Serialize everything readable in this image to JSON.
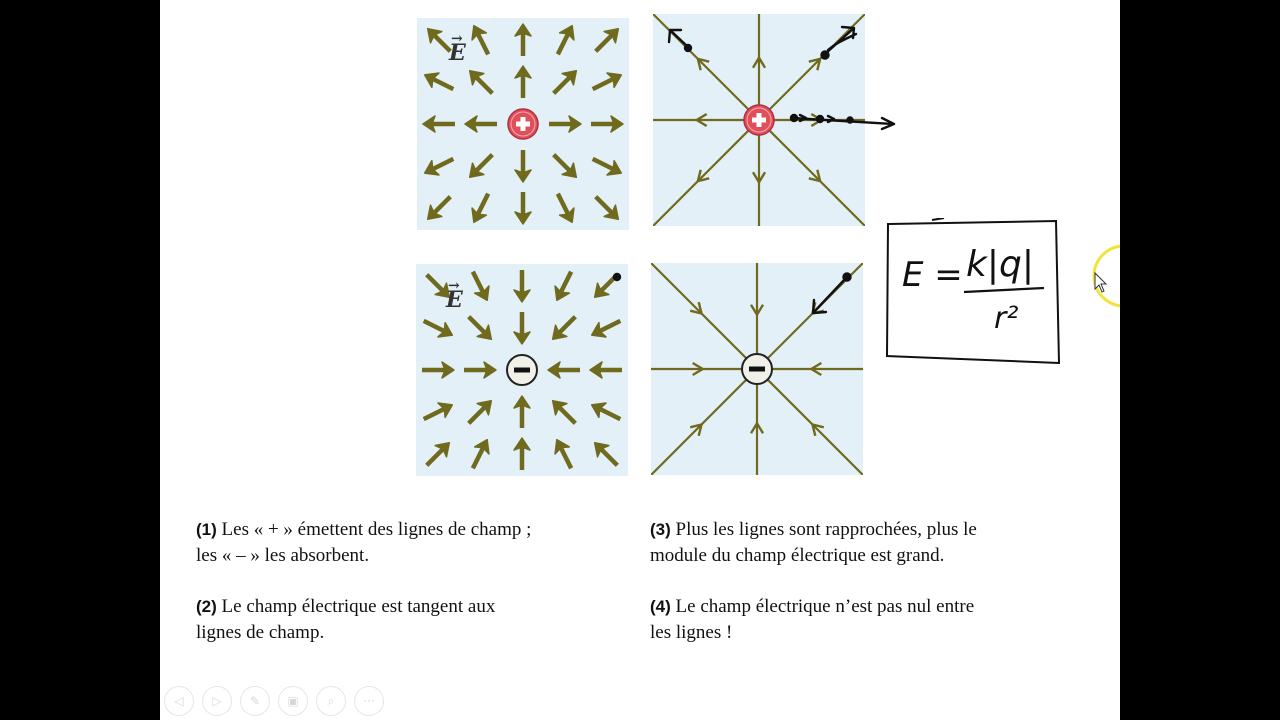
{
  "slide": {
    "field_symbol": "E",
    "captions": [
      {
        "num": "(1)",
        "text": "Les « + » émettent des lignes de champ ;",
        "text2": "les « – » les absorbent."
      },
      {
        "num": "(2)",
        "text": "Le champ électrique est tangent aux",
        "text2": "lignes de champ."
      },
      {
        "num": "(3)",
        "text": "Plus les lignes sont rapprochées, plus le",
        "text2": "module du champ électrique est grand."
      },
      {
        "num": "(4)",
        "text": "Le champ électrique n’est pas nul entre",
        "text2": "les lignes !"
      }
    ],
    "annotation_formula": {
      "lhs": "E =",
      "numerator": "k|q|",
      "denominator": "r²"
    }
  },
  "toolbar": {
    "buttons": [
      "prev-icon",
      "next-icon",
      "pen-icon",
      "slides-icon",
      "zoom-icon",
      "more-icon"
    ],
    "more_label": "···"
  },
  "colors": {
    "arrow_olive": "#6f6a1e",
    "panel_bg": "#e3f0f7",
    "charge_red": "#e0505a",
    "highlight_yellow": "#f2e43a"
  }
}
